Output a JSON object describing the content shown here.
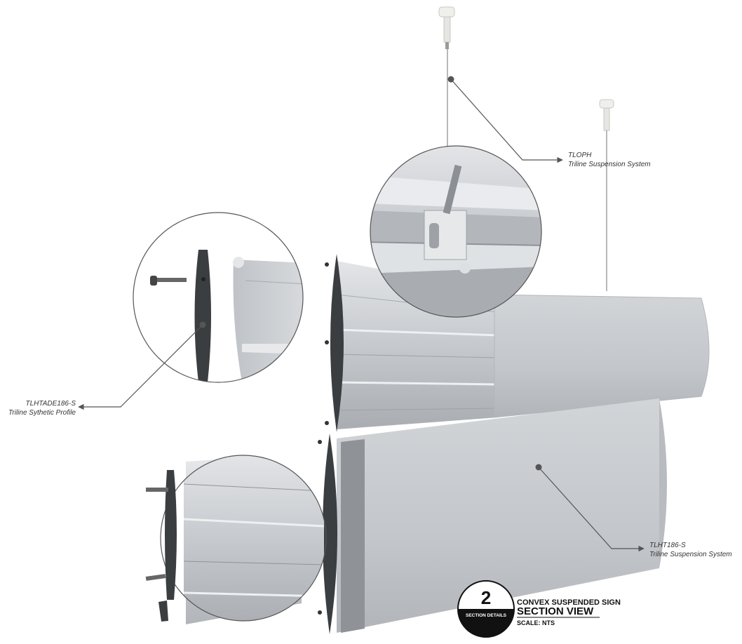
{
  "callouts": {
    "tloph": {
      "code": "TLOPH",
      "desc": "Triline Suspension System"
    },
    "tlhtade": {
      "code": "TLHTADE186-S",
      "desc": "Triline Sythetic Profile"
    },
    "tlht": {
      "code": "TLHT186-S",
      "desc": "Triline Suspension System"
    }
  },
  "title_block": {
    "number": "2",
    "badge_label": "SECTION DETAILS",
    "line1": "CONVEX SUSPENDED SIGN",
    "line2": "SECTION  VIEW",
    "line3": "SCALE: NTS"
  },
  "colors": {
    "aluminum": "#c9ccd0",
    "aluminum_dark": "#9da2a8",
    "end_cap": "#3b3e41",
    "leader": "#555555"
  }
}
